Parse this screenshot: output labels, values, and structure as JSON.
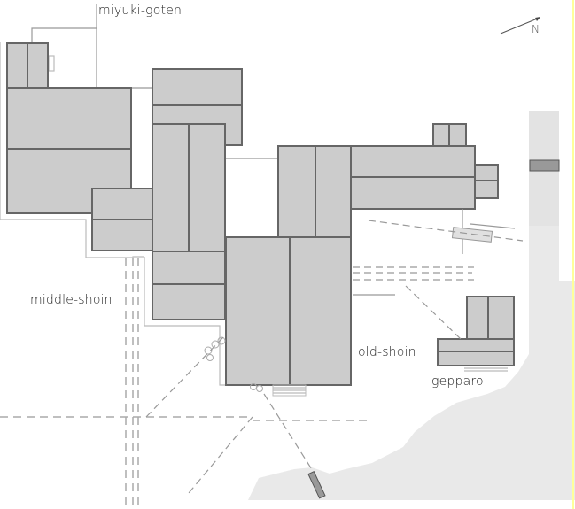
{
  "title": "Katsura Imperial Villa site plan",
  "north_label": "N",
  "labels": {
    "miyuki_goten": "miyuki-goten",
    "middle_shoin": "middle-shoin",
    "old_shoin": "old-shoin",
    "gepparo": "gepparo"
  },
  "colors": {
    "building_fill": "#cccccc",
    "building_stroke": "#666666",
    "ground": "#e9e9e9",
    "marker": "#999999",
    "edge_accent": "#ffff99"
  }
}
